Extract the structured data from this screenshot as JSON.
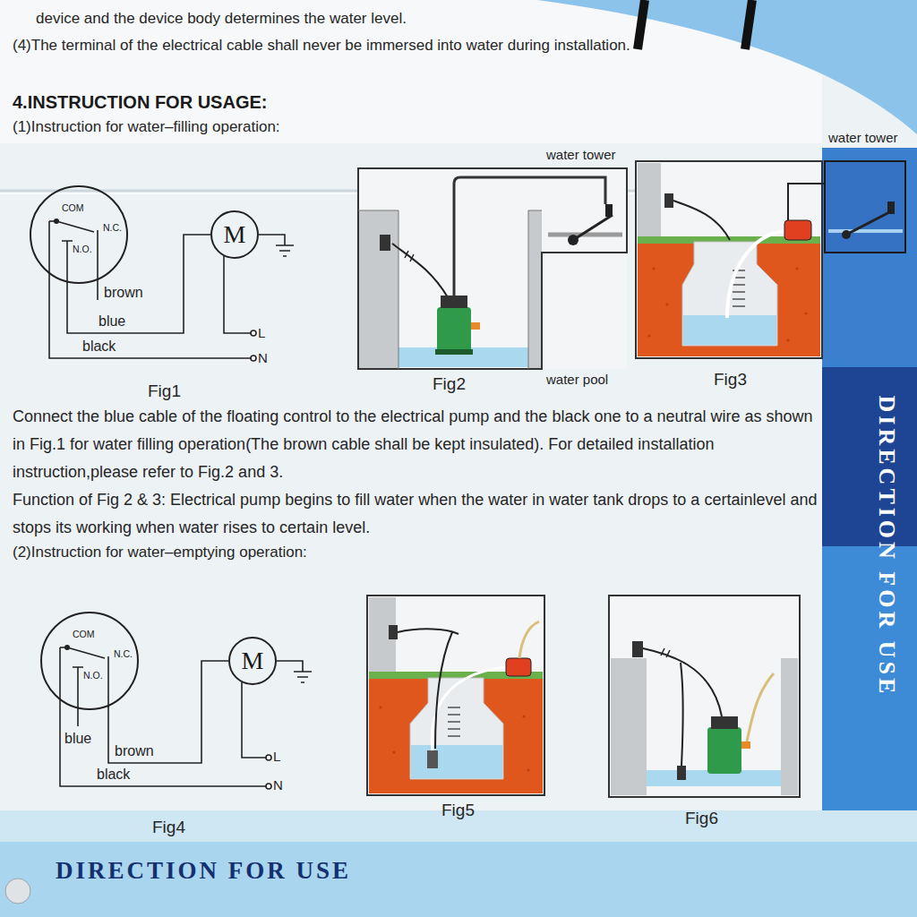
{
  "diagram": {
    "nodes": [
      {
        "text": [
          "COM",
          "N.O.",
          "N.C."
        ]
      },
      {
        "text": [
          "M"
        ]
      },
      {
        "text": [
          "COM",
          "N.O.",
          "N.C."
        ]
      },
      {
        "text": [
          "M"
        ]
      }
    ],
    "edges": [
      {
        "from": 0,
        "to": 1,
        "arrow": "none",
        "label": "blue"
      },
      {
        "from": 2,
        "to": 3,
        "arrow": "none",
        "label": "brown"
      }
    ],
    "labels": [
      "device and the device body determines the water level.",
      "(4)The terminal of the electrical cable shall never be immersed into water during installation.",
      "4.INSTRUCTION FOR USAGE:",
      "(1)Instruction for water–filling operation:",
      "brown",
      "black",
      "L",
      "N",
      "Fig1",
      "water tower",
      "water pool",
      "Fig2",
      "water tower",
      "Fig3",
      "Connect the blue cable of the floating control to the electrical pump and the black one to a neutral wire as shown in Fig.1 for water filling operation(The brown cable shall be kept insulated). For detailed installation instruction,please refer to Fig.2 and 3.",
      "Function of Fig 2 & 3: Electrical pump begins to fill water when the water in water tank drops to a certainlevel and stops its working when water rises to certain level.",
      "(2)Instruction for water–emptying operation:",
      "blue",
      "black",
      "L",
      "N",
      "Fig4",
      "Fig5",
      "Fig6",
      "DIRECTION FOR USE",
      "DIRECTION FOR USE"
    ]
  }
}
